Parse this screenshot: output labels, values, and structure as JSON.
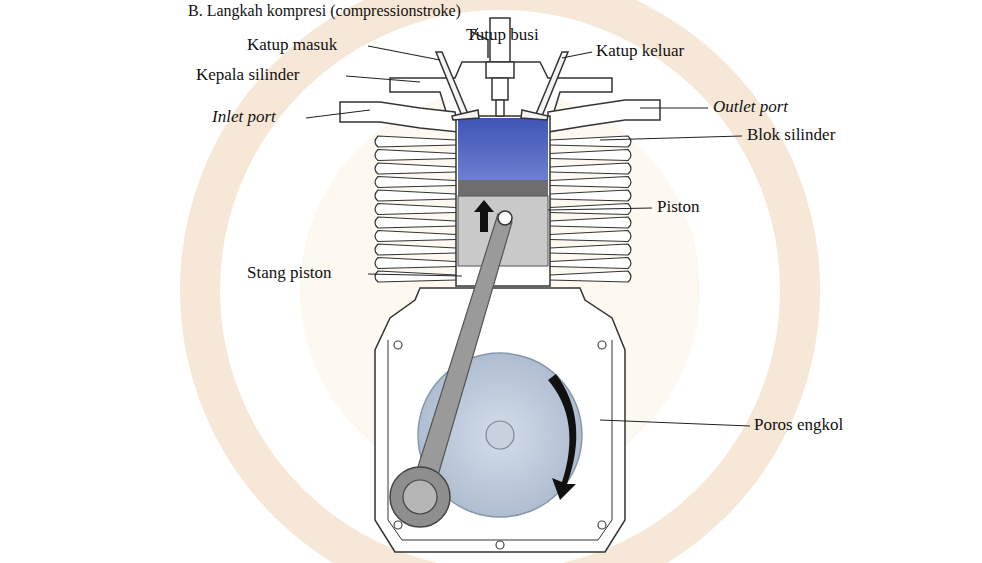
{
  "diagram": {
    "title": "B. Langkah kompresi (compressionstroke)",
    "labels": [
      "Katup masuk",
      "Tutup busi",
      "Katup keluar",
      "Kepala silinder",
      "Inlet port",
      "Outlet port",
      "Blok silinder",
      "Piston",
      "Stang piston",
      "Poros engkol"
    ]
  }
}
